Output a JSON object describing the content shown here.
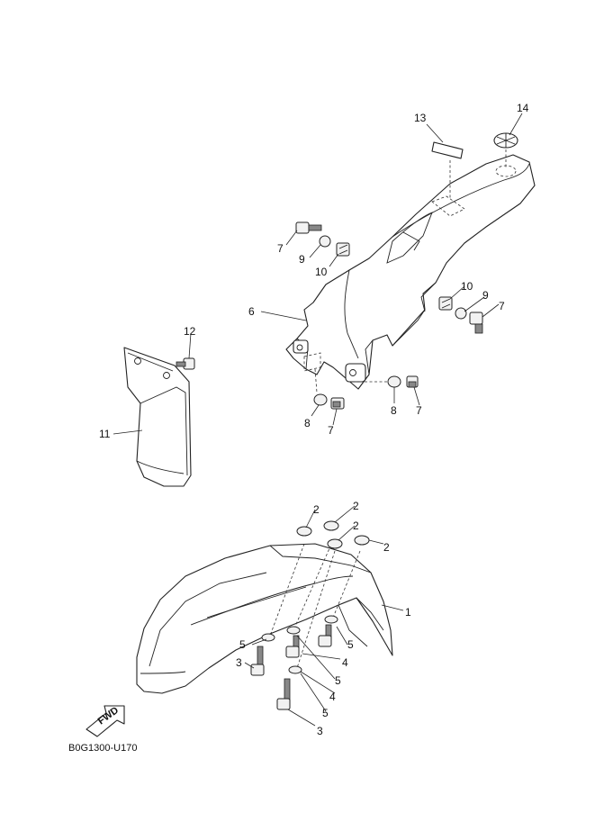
{
  "diagram": {
    "code": "B0G1300-U170",
    "fwd_label": "FWD",
    "callouts": [
      "1",
      "2",
      "3",
      "4",
      "5",
      "6",
      "7",
      "8",
      "9",
      "10",
      "11",
      "12",
      "13",
      "14"
    ]
  }
}
